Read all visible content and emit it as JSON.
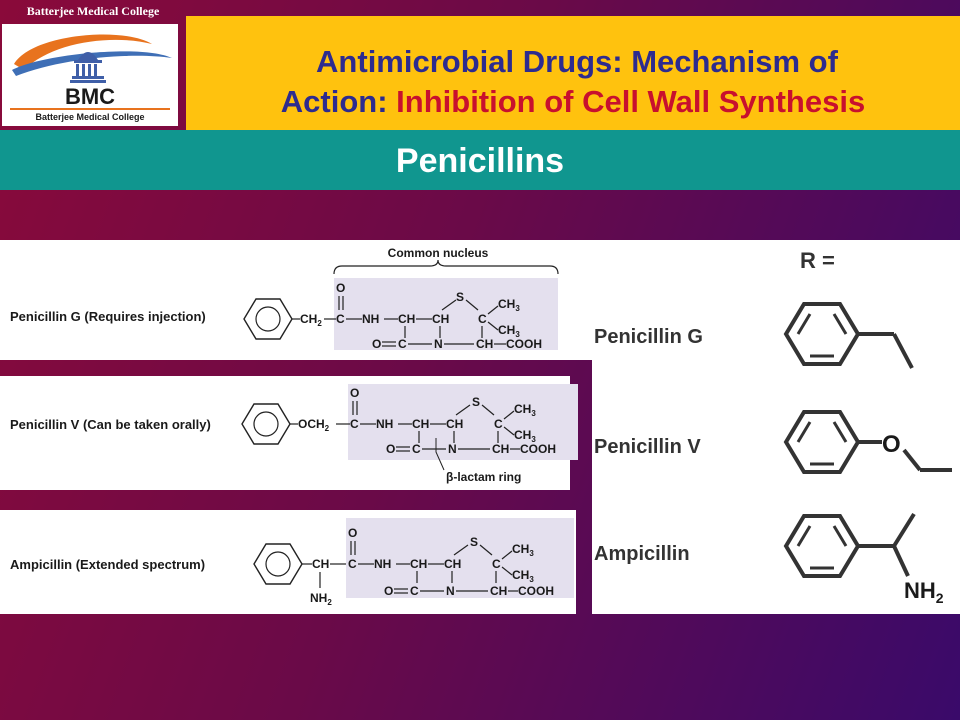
{
  "header": {
    "college_label": "Batterjee Medical College",
    "logo": {
      "acronym": "BMC",
      "subtitle": "Batterjee Medical College"
    },
    "title_line1": "Antimicrobial Drugs: Mechanism of",
    "title_line2_prefix": "Action: ",
    "title_line2_highlight": "Inhibition of Cell Wall Synthesis"
  },
  "section": {
    "title": "Penicillins"
  },
  "figure": {
    "common_nucleus_label": "Common nucleus",
    "beta_lactam_label": "β-lactam ring",
    "rows": [
      {
        "label": "Penicillin G (Requires injection)",
        "side_chain": "CH",
        "side_chain_sub": "2",
        "r_name": "Penicillin G"
      },
      {
        "label": "Penicillin V (Can be taken orally)",
        "side_chain": "OCH",
        "side_chain_sub": "2",
        "r_name": "Penicillin V"
      },
      {
        "label": "Ampicillin (Extended spectrum)",
        "side_chain": "CH",
        "side_chain_nh2": "NH",
        "side_chain_nh2_sub": "2",
        "r_name": "Ampicillin"
      }
    ],
    "nucleus": {
      "o_top": "O",
      "c_top": "C",
      "nh": "NH",
      "ch1": "CH",
      "ch2": "CH",
      "s": "S",
      "c_quat": "C",
      "ch3_top": "CH",
      "ch3_top_sub": "3",
      "ch3_bot": "CH",
      "ch3_bot_sub": "3",
      "o_bot": "O",
      "c_bot": "C",
      "n": "N",
      "ch_bot": "CH",
      "cooh": "COOH"
    },
    "r_equals": "R =",
    "r_nh2": "NH",
    "r_nh2_sub": "2",
    "r_o": "O"
  }
}
